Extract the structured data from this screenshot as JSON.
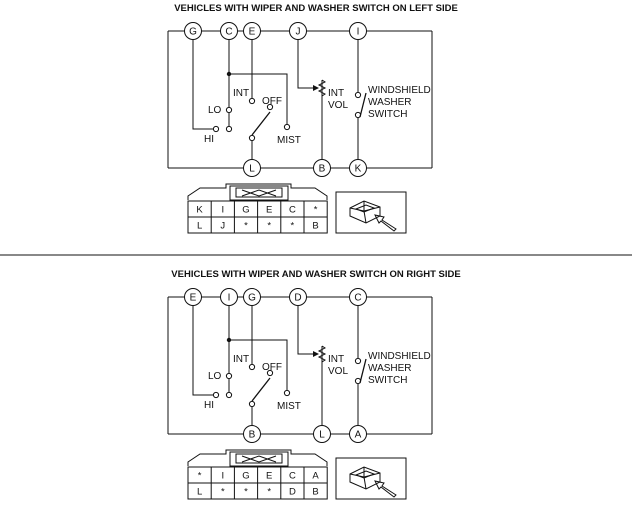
{
  "diagrams": [
    {
      "title": "VEHICLES WITH WIPER AND WASHER SWITCH ON LEFT SIDE",
      "top_terminals": [
        "G",
        "C",
        "E",
        "J",
        "I"
      ],
      "bottom_terminals": [
        "L",
        "B",
        "K"
      ],
      "labels": {
        "int": "INT",
        "off": "OFF",
        "lo": "LO",
        "hi": "HI",
        "mist": "MIST",
        "int_vol_1": "INT",
        "int_vol_2": "VOL",
        "washer_1": "WINDSHIELD",
        "washer_2": "WASHER",
        "washer_3": "SWITCH"
      },
      "connector_pins": [
        [
          "K",
          "I",
          "G",
          "E",
          "C",
          "*"
        ],
        [
          "L",
          "J",
          "*",
          "*",
          "*",
          "B"
        ]
      ]
    },
    {
      "title": "VEHICLES WITH WIPER AND WASHER SWITCH ON RIGHT SIDE",
      "top_terminals": [
        "E",
        "I",
        "G",
        "D",
        "C"
      ],
      "bottom_terminals": [
        "B",
        "L",
        "A"
      ],
      "labels": {
        "int": "INT",
        "off": "OFF",
        "lo": "LO",
        "hi": "HI",
        "mist": "MIST",
        "int_vol_1": "INT",
        "int_vol_2": "VOL",
        "washer_1": "WINDSHIELD",
        "washer_2": "WASHER",
        "washer_3": "SWITCH"
      },
      "connector_pins": [
        [
          "*",
          "I",
          "G",
          "E",
          "C",
          "A"
        ],
        [
          "L",
          "*",
          "*",
          "*",
          "D",
          "B"
        ]
      ]
    }
  ]
}
